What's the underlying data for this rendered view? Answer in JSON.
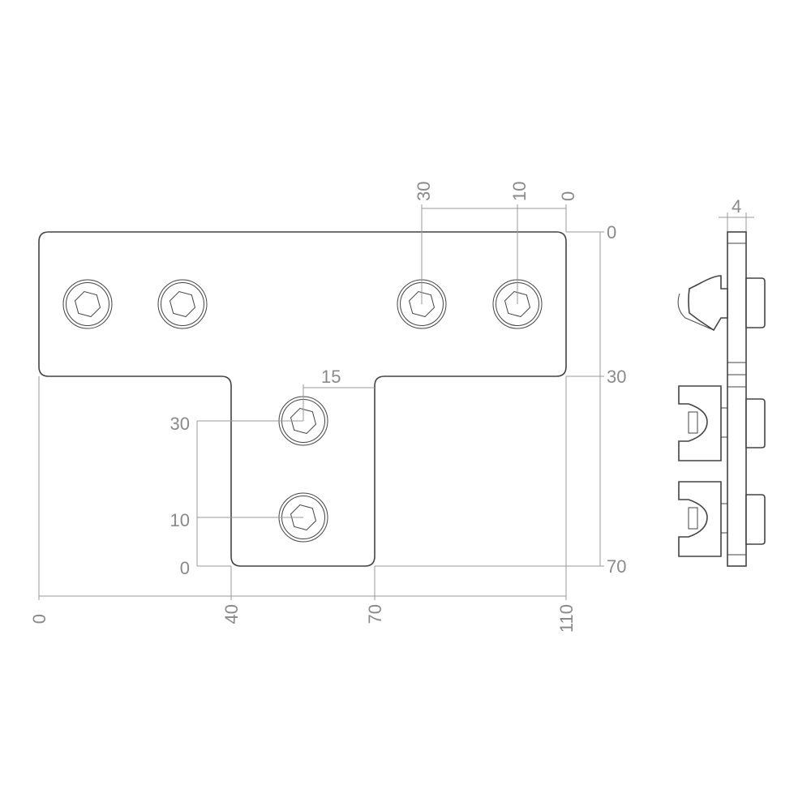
{
  "front_view": {
    "top_dims": [
      "30",
      "10",
      "0"
    ],
    "right_dims": [
      "0",
      "30",
      "70"
    ],
    "bottom_dims": [
      "0",
      "40",
      "70",
      "110"
    ],
    "stem_dim": "15",
    "left_dims": [
      "30",
      "10",
      "0"
    ]
  },
  "side_view": {
    "thickness_dim": "4"
  },
  "colors": {
    "line": "#444444",
    "dimension": "#8a8a8a"
  }
}
